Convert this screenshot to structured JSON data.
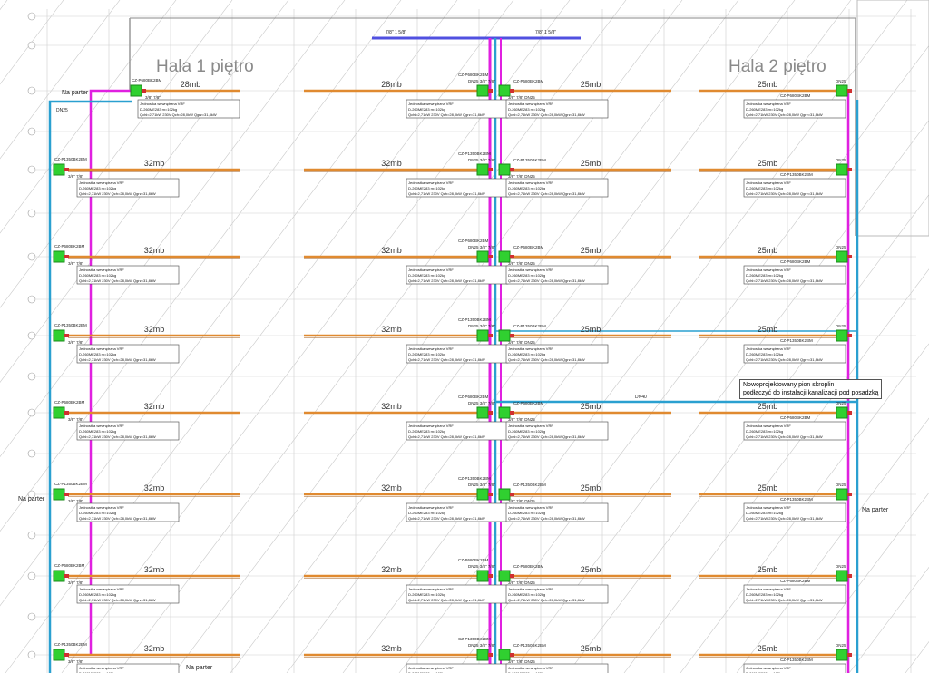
{
  "titles": {
    "hall1": "Hala 1 piętro",
    "hall2": "Hala 2 piętro"
  },
  "na_parter": "Na parter",
  "note": {
    "line1": "Nowoprojektowany pion skroplin",
    "line2": "podłączyć do instalacji kanalizacji pod posadzką"
  },
  "unit_label": {
    "line1": "Jednostka wewnętrzna VRF",
    "line2": "D-260ME283    m=102kg",
    "line3": "Qchł=2,71kW 230V Qch=28,0kW Qgrz=31,8kW"
  },
  "models": {
    "large": "CZ-P1350BK2BM",
    "small": "CZ-P680BK2BM"
  },
  "pipe_tags": {
    "dn25": "DN25",
    "dn40": "DN40",
    "sizes_a": "3/8\" 7/8\"",
    "sizes_b": "7/8\" 1 5/8\""
  },
  "rows": [
    {
      "left": "28mb",
      "mid_left": "28mb",
      "mid_right": "25mb",
      "right": "25mb"
    },
    {
      "left": "32mb",
      "mid_left": "32mb",
      "mid_right": "25mb",
      "right": "25mb"
    },
    {
      "left": "32mb",
      "mid_left": "32mb",
      "mid_right": "25mb",
      "right": "25mb"
    },
    {
      "left": "32mb",
      "mid_left": "32mb",
      "mid_right": "25mb",
      "right": "25mb"
    },
    {
      "left": "32mb",
      "mid_left": "32mb",
      "mid_right": "25mb",
      "right": "25mb"
    },
    {
      "left": "32mb",
      "mid_left": "32mb",
      "mid_right": "25mb",
      "right": "25mb"
    },
    {
      "left": "32mb",
      "mid_left": "32mb",
      "mid_right": "25mb",
      "right": "25mb"
    },
    {
      "left": "32mb",
      "mid_left": "32mb",
      "mid_right": "25mb",
      "right": "25mb"
    }
  ],
  "colors": {
    "refrigerant": "#e020e0",
    "condensate": "#2aa0d0",
    "pipe": "#e08a30",
    "unit": "#30d030",
    "grid": "#cfcfcf"
  }
}
